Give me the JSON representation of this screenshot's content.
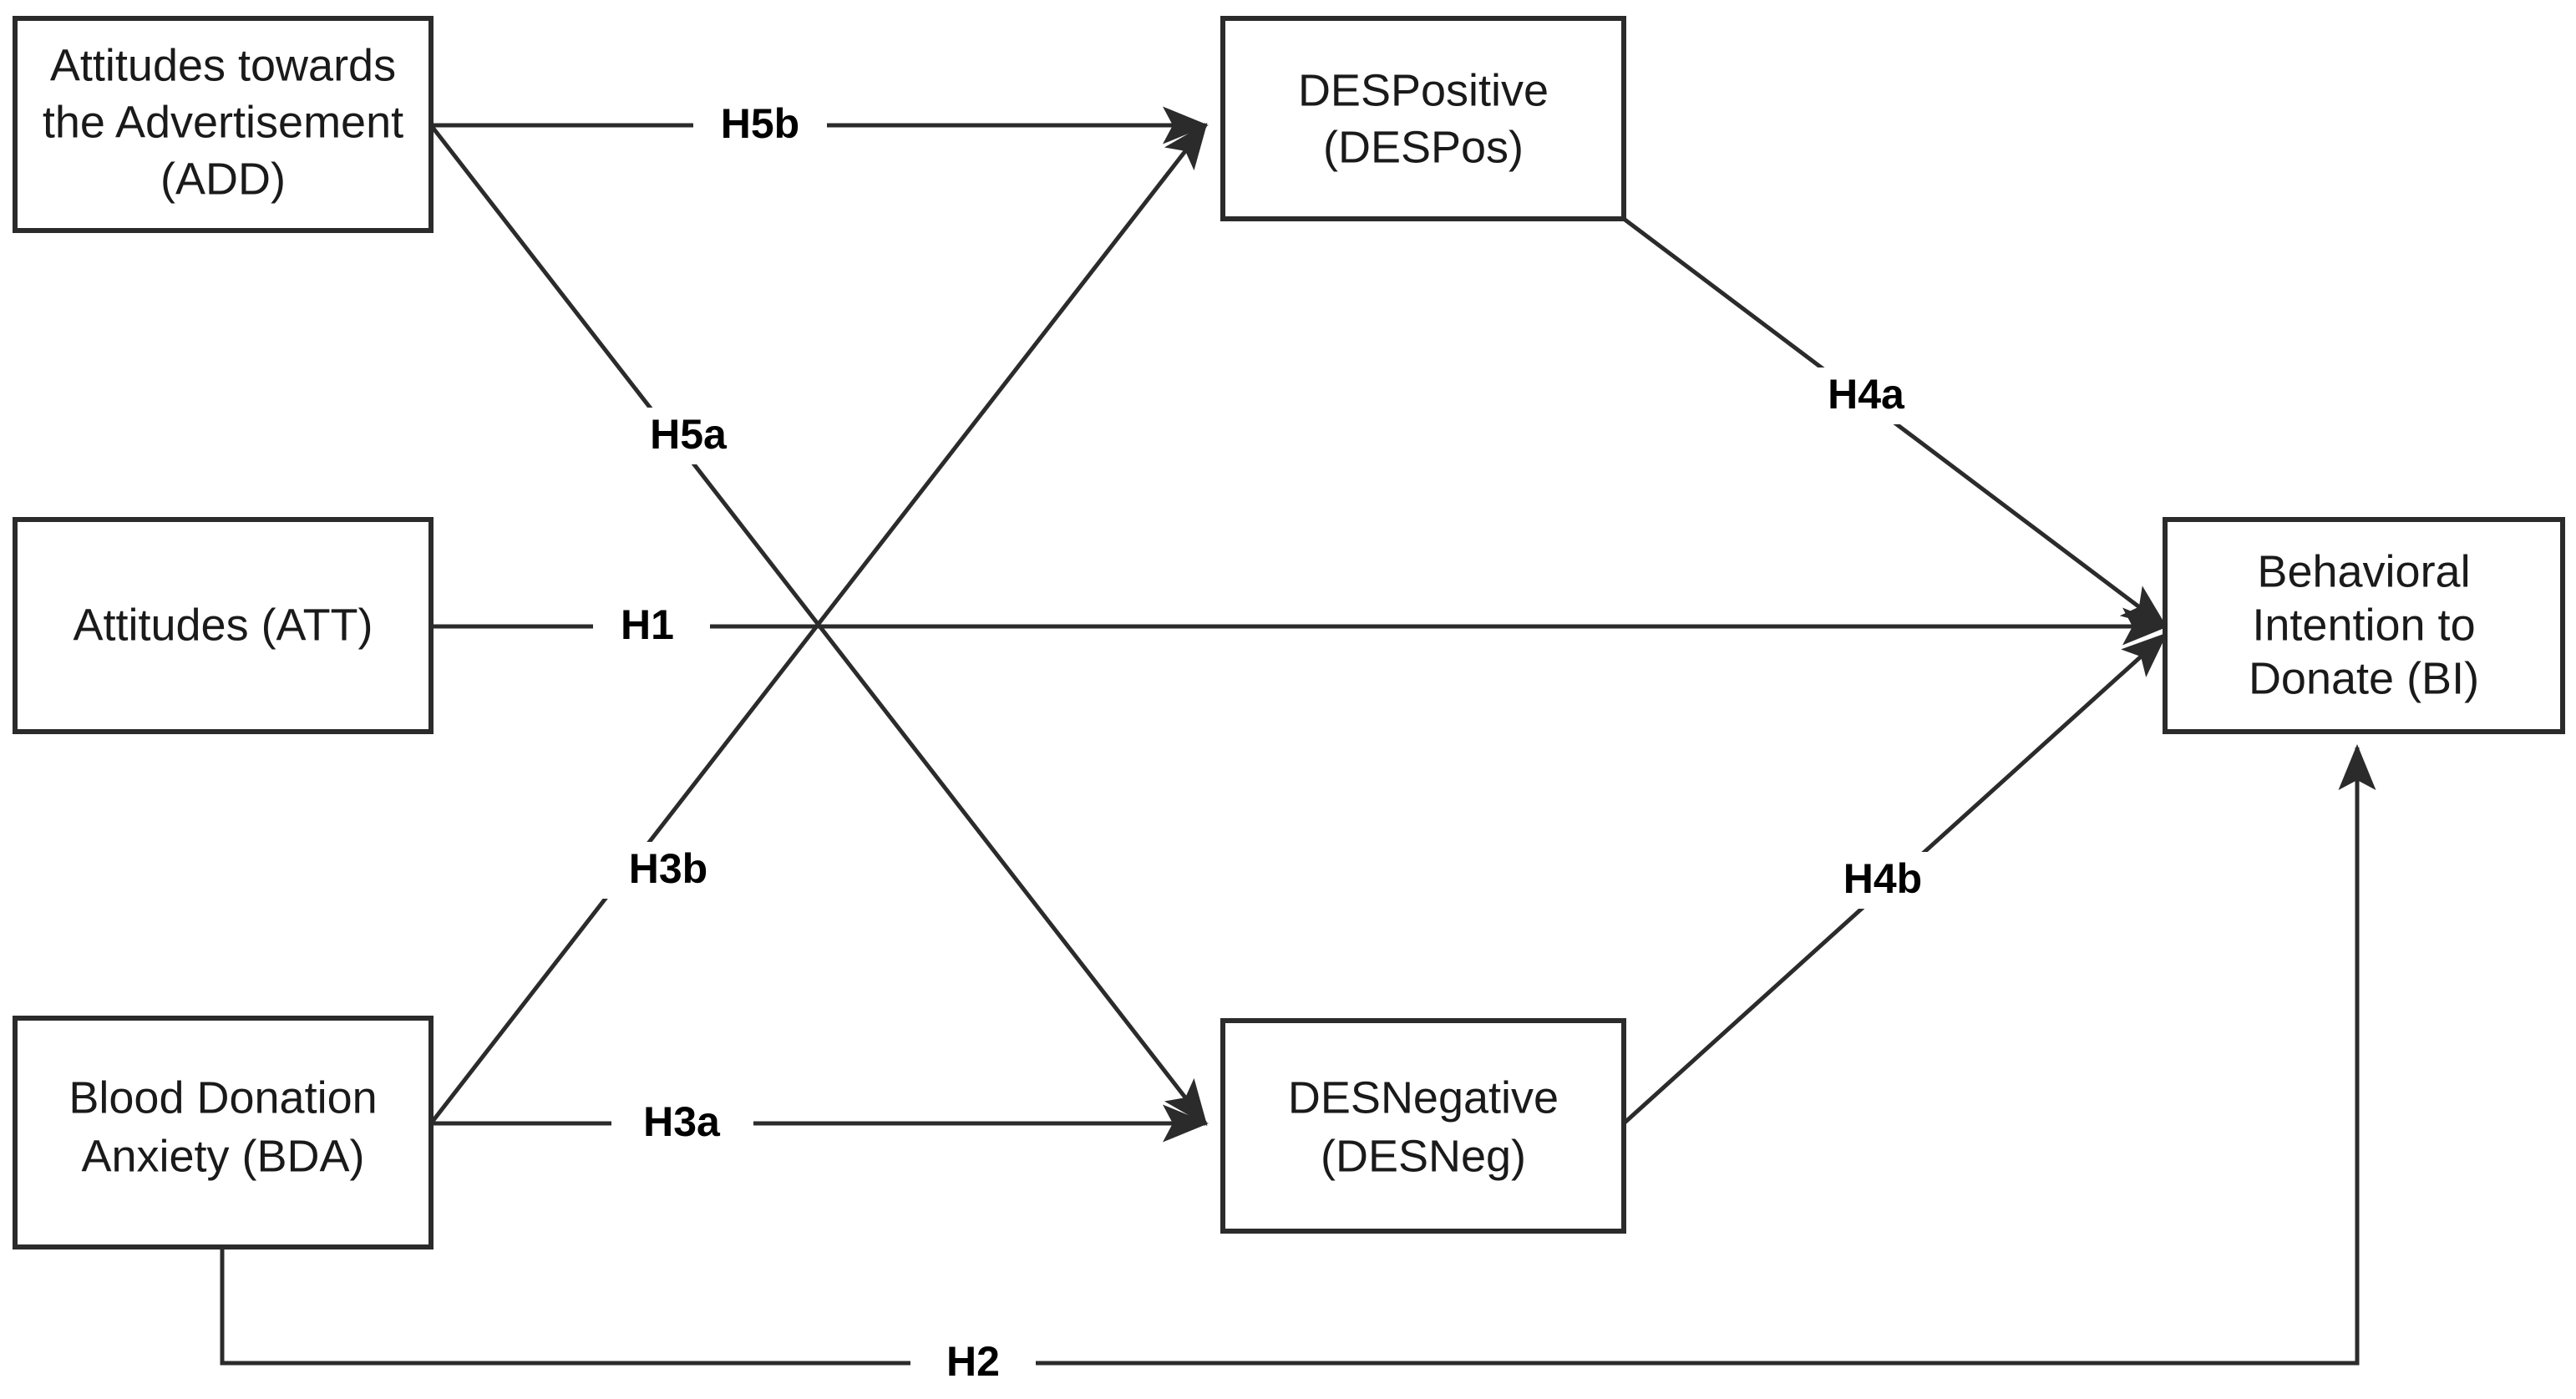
{
  "diagram": {
    "type": "conceptual-research-model",
    "background_color": "#ffffff",
    "line_color": "#2b2b2b",
    "text_color": "#1a1a1a",
    "nodes": [
      {
        "id": "add",
        "lines": [
          "Attitudes towards",
          "the Advertisement",
          "(ADD)"
        ],
        "short": "ADD"
      },
      {
        "id": "att",
        "lines": [
          "Attitudes (ATT)"
        ],
        "short": "ATT"
      },
      {
        "id": "bda",
        "lines": [
          "Blood Donation",
          "Anxiety (BDA)"
        ],
        "short": "BDA"
      },
      {
        "id": "despos",
        "lines": [
          "DESPositive",
          "(DESPos)"
        ],
        "short": "DESPos"
      },
      {
        "id": "desneg",
        "lines": [
          "DESNegative",
          "(DESNeg)"
        ],
        "short": "DESNeg"
      },
      {
        "id": "bi",
        "lines": [
          "Behavioral",
          "Intention to",
          "Donate (BI)"
        ],
        "short": "BI"
      }
    ],
    "edges": [
      {
        "id": "h5b",
        "label": "H5b",
        "from": "add",
        "to": "despos"
      },
      {
        "id": "h5a",
        "label": "H5a",
        "from": "add",
        "to": "desneg"
      },
      {
        "id": "h1",
        "label": "H1",
        "from": "att",
        "to": "bi"
      },
      {
        "id": "h3b",
        "label": "H3b",
        "from": "bda",
        "to": "despos"
      },
      {
        "id": "h3a",
        "label": "H3a",
        "from": "bda",
        "to": "desneg"
      },
      {
        "id": "h4a",
        "label": "H4a",
        "from": "despos",
        "to": "bi"
      },
      {
        "id": "h4b",
        "label": "H4b",
        "from": "desneg",
        "to": "bi"
      },
      {
        "id": "h2",
        "label": "H2",
        "from": "bda",
        "to": "bi"
      }
    ]
  }
}
